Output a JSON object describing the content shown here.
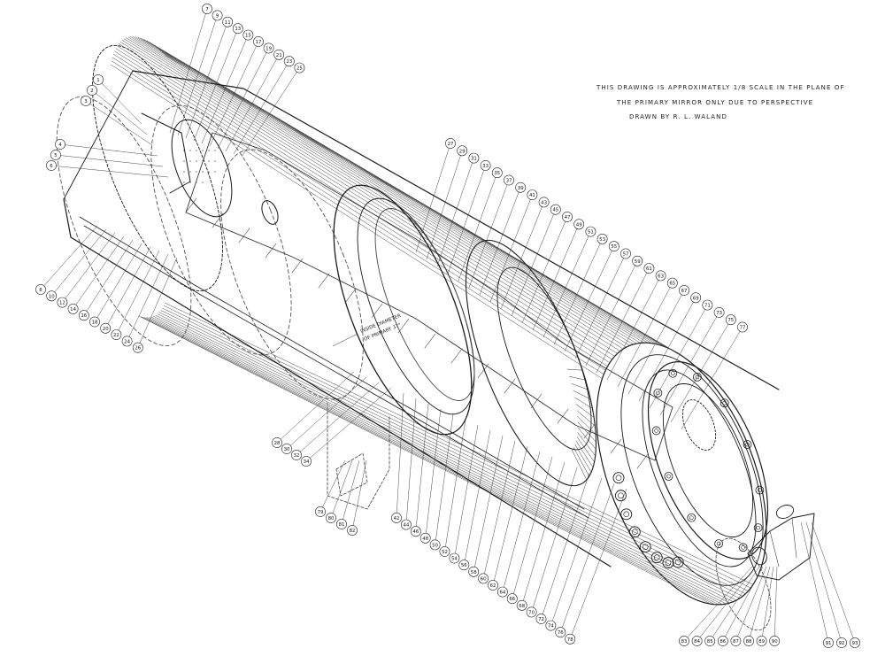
{
  "notes": {
    "line1": "THIS DRAWING IS APPROXIMATELY 1/8 SCALE IN THE PLANE OF",
    "line2": "THE PRIMARY MIRROR ONLY DUE TO PERSPECTIVE",
    "line3": "DRAWN BY R. L. WALAND"
  },
  "dimension_label": {
    "line1": "INSIDE DIAMETER",
    "line2": "OF PRIMARY 37\""
  },
  "callouts": {
    "top": [
      "7",
      "9",
      "11",
      "13",
      "15",
      "17",
      "19",
      "21",
      "23",
      "25"
    ],
    "left_upper": [
      "1",
      "2",
      "3",
      "4",
      "5",
      "6"
    ],
    "left_lower": [
      "8",
      "10",
      "12",
      "14",
      "16",
      "18",
      "20",
      "22",
      "24",
      "26"
    ],
    "mid_top": [
      "27",
      "29",
      "31",
      "33",
      "35",
      "37",
      "39",
      "41",
      "43",
      "45",
      "47",
      "49",
      "51",
      "53",
      "55",
      "57",
      "59",
      "61",
      "63",
      "65",
      "67",
      "69",
      "71",
      "73",
      "75",
      "77"
    ],
    "mid_bottom": [
      "28",
      "30",
      "32",
      "34",
      "42",
      "44",
      "46",
      "48",
      "50",
      "52",
      "54",
      "56",
      "58",
      "60",
      "62",
      "64",
      "66",
      "68",
      "70",
      "72",
      "74",
      "76",
      "78"
    ],
    "stand": [
      "79",
      "80",
      "81",
      "82"
    ],
    "bottom_right": [
      "83",
      "84",
      "85",
      "86",
      "87",
      "88",
      "89",
      "90"
    ],
    "far_right": [
      "91",
      "92",
      "93"
    ]
  }
}
